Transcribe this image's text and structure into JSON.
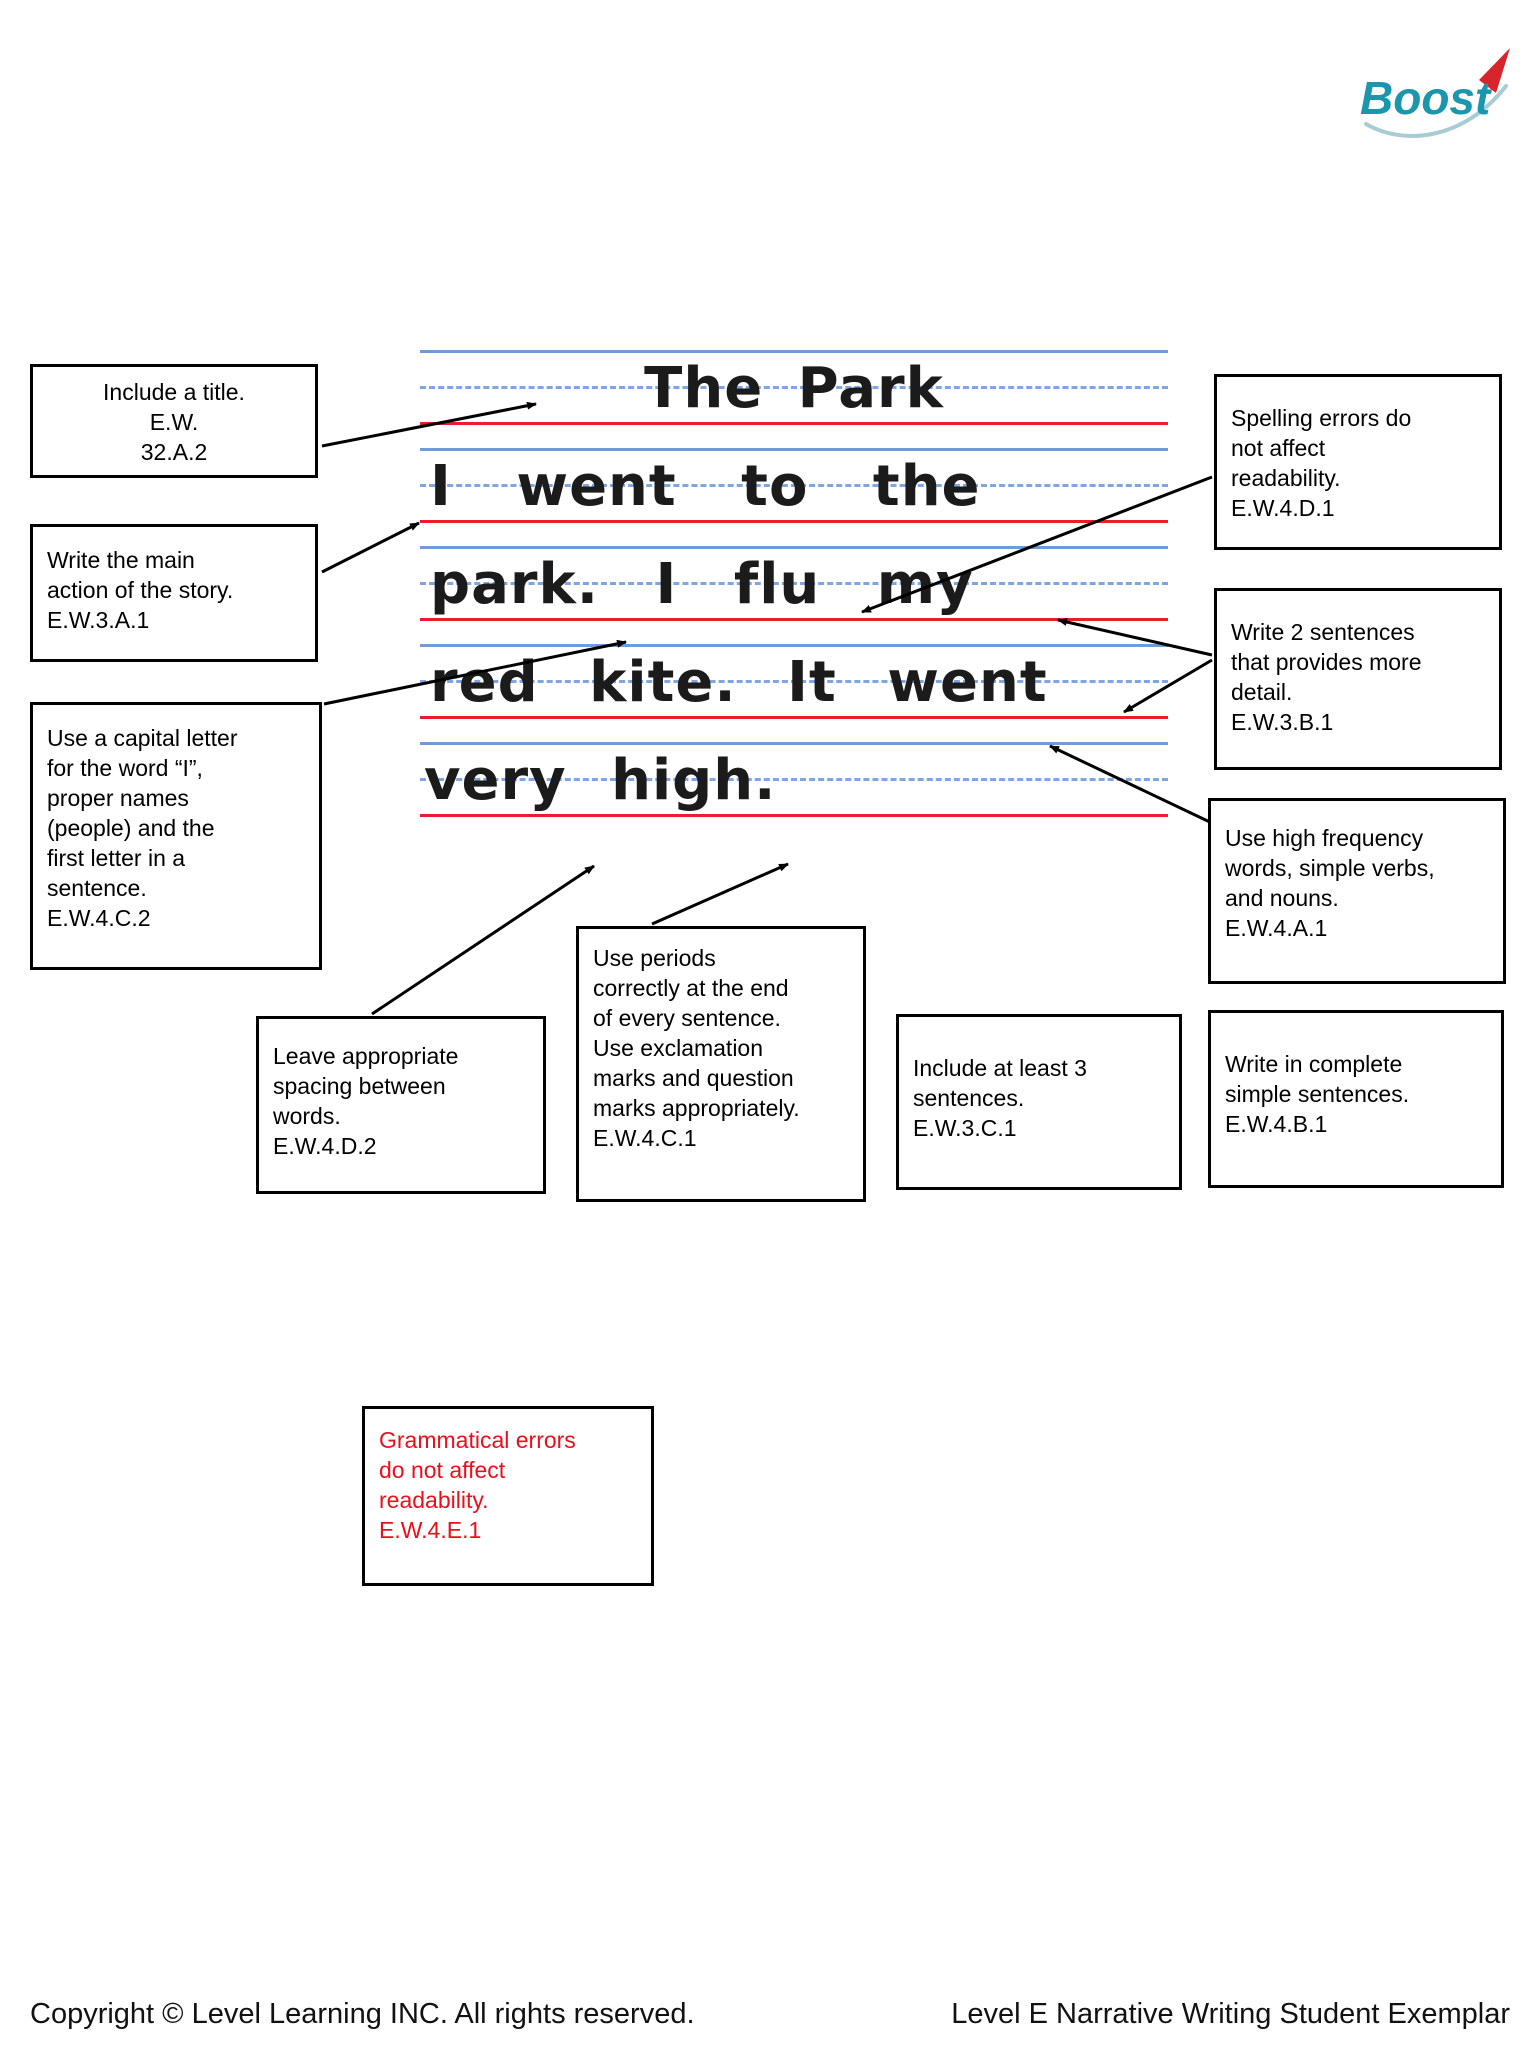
{
  "logo": {
    "brand": "Boost"
  },
  "handwriting": {
    "lines": [
      "The Park",
      "I went to the",
      "park. I flu my",
      "red kite. It went",
      "very high."
    ]
  },
  "annotations": {
    "include_title": {
      "lines": [
        "Include a title.",
        "E.W.",
        "32.A.2"
      ]
    },
    "main_action": {
      "lines": [
        "Write the main",
        "action of the story.",
        "E.W.3.A.1"
      ]
    },
    "capital_letter": {
      "lines": [
        "Use a capital letter",
        "for the word “I”,",
        "proper names",
        "(people) and the",
        "first letter in a",
        "sentence.",
        "E.W.4.C.2"
      ]
    },
    "spelling": {
      "lines": [
        "Spelling errors do",
        "not affect",
        "readability.",
        "E.W.4.D.1"
      ]
    },
    "two_sentences": {
      "lines": [
        "Write 2 sentences",
        "that provides more",
        "detail.",
        "E.W.3.B.1"
      ]
    },
    "high_frequency": {
      "lines": [
        "Use high frequency",
        "words, simple verbs,",
        "and nouns.",
        "E.W.4.A.1"
      ]
    },
    "complete_sentences": {
      "lines": [
        "Write in complete",
        "simple sentences.",
        "E.W.4.B.1"
      ]
    },
    "three_sentences": {
      "lines": [
        "Include at least 3",
        "sentences.",
        "E.W.3.C.1"
      ]
    },
    "periods": {
      "lines": [
        "Use periods",
        "correctly at the end",
        "of every sentence.",
        "Use exclamation",
        "marks and question",
        "marks appropriately.",
        "E.W.4.C.1"
      ]
    },
    "spacing": {
      "lines": [
        "Leave appropriate",
        "spacing between",
        "words.",
        "E.W.4.D.2"
      ]
    },
    "grammar": {
      "lines": [
        "Grammatical errors",
        "do not affect",
        "readability.",
        "E.W.4.E.1"
      ]
    }
  },
  "footer": {
    "left": "Copyright © Level Learning INC. All rights reserved.",
    "right": "Level E Narrative Writing Student Exemplar"
  },
  "colors": {
    "paper_line_blue": "#6f9bd8",
    "paper_line_dashed_blue": "#7fa6e4",
    "paper_line_red": "#ed1b2e",
    "handwriting_ink": "#1b1b1b",
    "logo_teal": "#1b96ad",
    "logo_arrow_red": "#d8242b",
    "grammar_text_red": "#e8101c",
    "annotation_border": "#000000"
  }
}
